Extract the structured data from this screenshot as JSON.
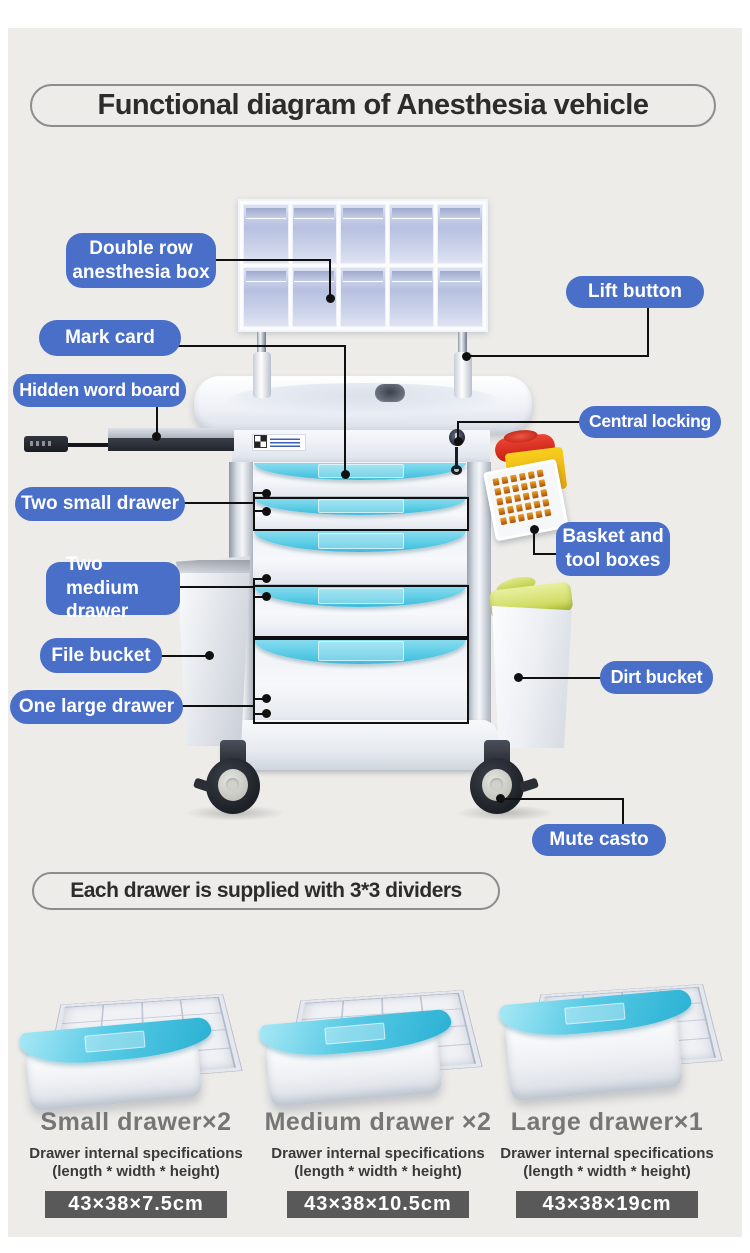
{
  "colors": {
    "label_blue": "#4a6fc9",
    "background": "#edece9",
    "drawer_cyan": "#5ecde6",
    "badge_bg": "#595959",
    "line_black": "#101010",
    "title_text": "#2e2c2b"
  },
  "section1": {
    "title": "Functional diagram of Anesthesia vehicle",
    "anesthesia_unit": {
      "rows": 2,
      "cols": 5
    },
    "basket_holes": {
      "rows": 6,
      "cols": 5
    },
    "callouts": {
      "double_row": {
        "line1": "Double row",
        "line2": "anesthesia box"
      },
      "lift_button": "Lift button",
      "mark_card": "Mark card",
      "hidden_word_board": "Hidden word board",
      "central_locking": "Central locking",
      "two_small_drawer": "Two small drawer",
      "basket_tool": {
        "line1": "Basket and",
        "line2": "tool boxes"
      },
      "two_medium": {
        "line1": "Two medium",
        "line2": "drawer"
      },
      "file_bucket": "File bucket",
      "dirt_bucket": "Dirt bucket",
      "one_large_drawer": "One large drawer",
      "mute_casto": "Mute casto"
    }
  },
  "section2": {
    "title": "Each drawer is supplied with 3*3 dividers",
    "columns": [
      {
        "title": "Small drawer×2",
        "spec_line1": "Drawer internal specifications",
        "spec_line2": "(length * width * height)",
        "size": "43×38×7.5cm"
      },
      {
        "title": "Medium drawer ×2",
        "spec_line1": "Drawer internal specifications",
        "spec_line2": "(length * width * height)",
        "size": "43×38×10.5cm"
      },
      {
        "title": "Large drawer×1",
        "spec_line1": "Drawer internal specifications",
        "spec_line2": "(length * width * height)",
        "size": "43×38×19cm"
      }
    ]
  }
}
